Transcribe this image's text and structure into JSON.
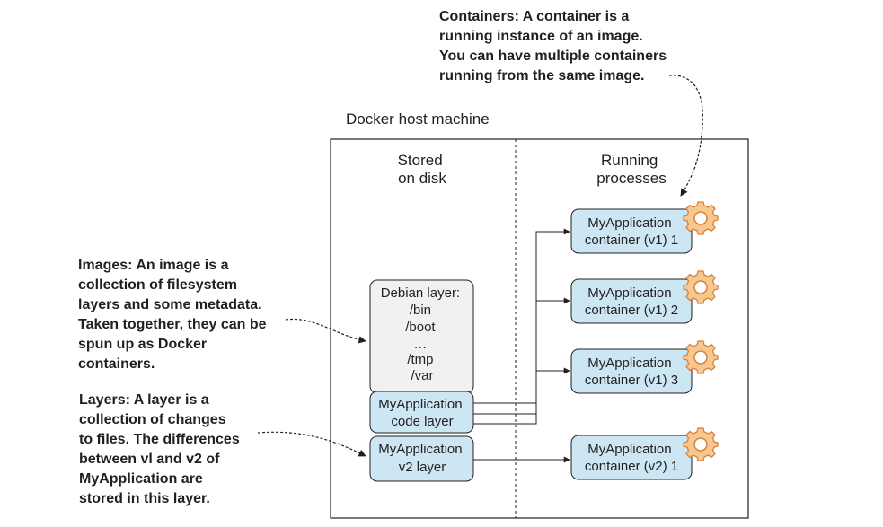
{
  "host": {
    "title": "Docker host machine"
  },
  "columns": {
    "stored": [
      "Stored",
      "on disk"
    ],
    "running": [
      "Running",
      "processes"
    ]
  },
  "annotations": {
    "containers": [
      "Containers: A container is a",
      "running instance of an image.",
      "You can have multiple containers",
      "running from the same image."
    ],
    "images": [
      "Images: An image is a",
      "collection of filesystem",
      "layers and some metadata.",
      "Taken together, they can be",
      "spun up as Docker",
      "containers."
    ],
    "layers": [
      "Layers: A layer is a",
      "collection of changes",
      "to files. The differences",
      "between vl and v2 of",
      "MyApplication are",
      "stored in this layer."
    ]
  },
  "image_layers": {
    "debian": [
      "Debian layer:",
      "/bin",
      "/boot",
      "…",
      "/tmp",
      "/var"
    ],
    "code": [
      "MyApplication",
      "code layer"
    ],
    "v2": [
      "MyApplication",
      "v2 layer"
    ]
  },
  "containers": [
    {
      "line1": "MyApplication",
      "line2": "container (v1) 1"
    },
    {
      "line1": "MyApplication",
      "line2": "container (v1) 2"
    },
    {
      "line1": "MyApplication",
      "line2": "container (v1) 3"
    },
    {
      "line1": "MyApplication",
      "line2": "container (v2) 1"
    }
  ],
  "colors": {
    "box_fill": "#cce6f4",
    "debian_fill": "#f1f1f2",
    "gear_fill": "#f6c890",
    "gear_stroke": "#d9823b",
    "line": "#231f20"
  }
}
